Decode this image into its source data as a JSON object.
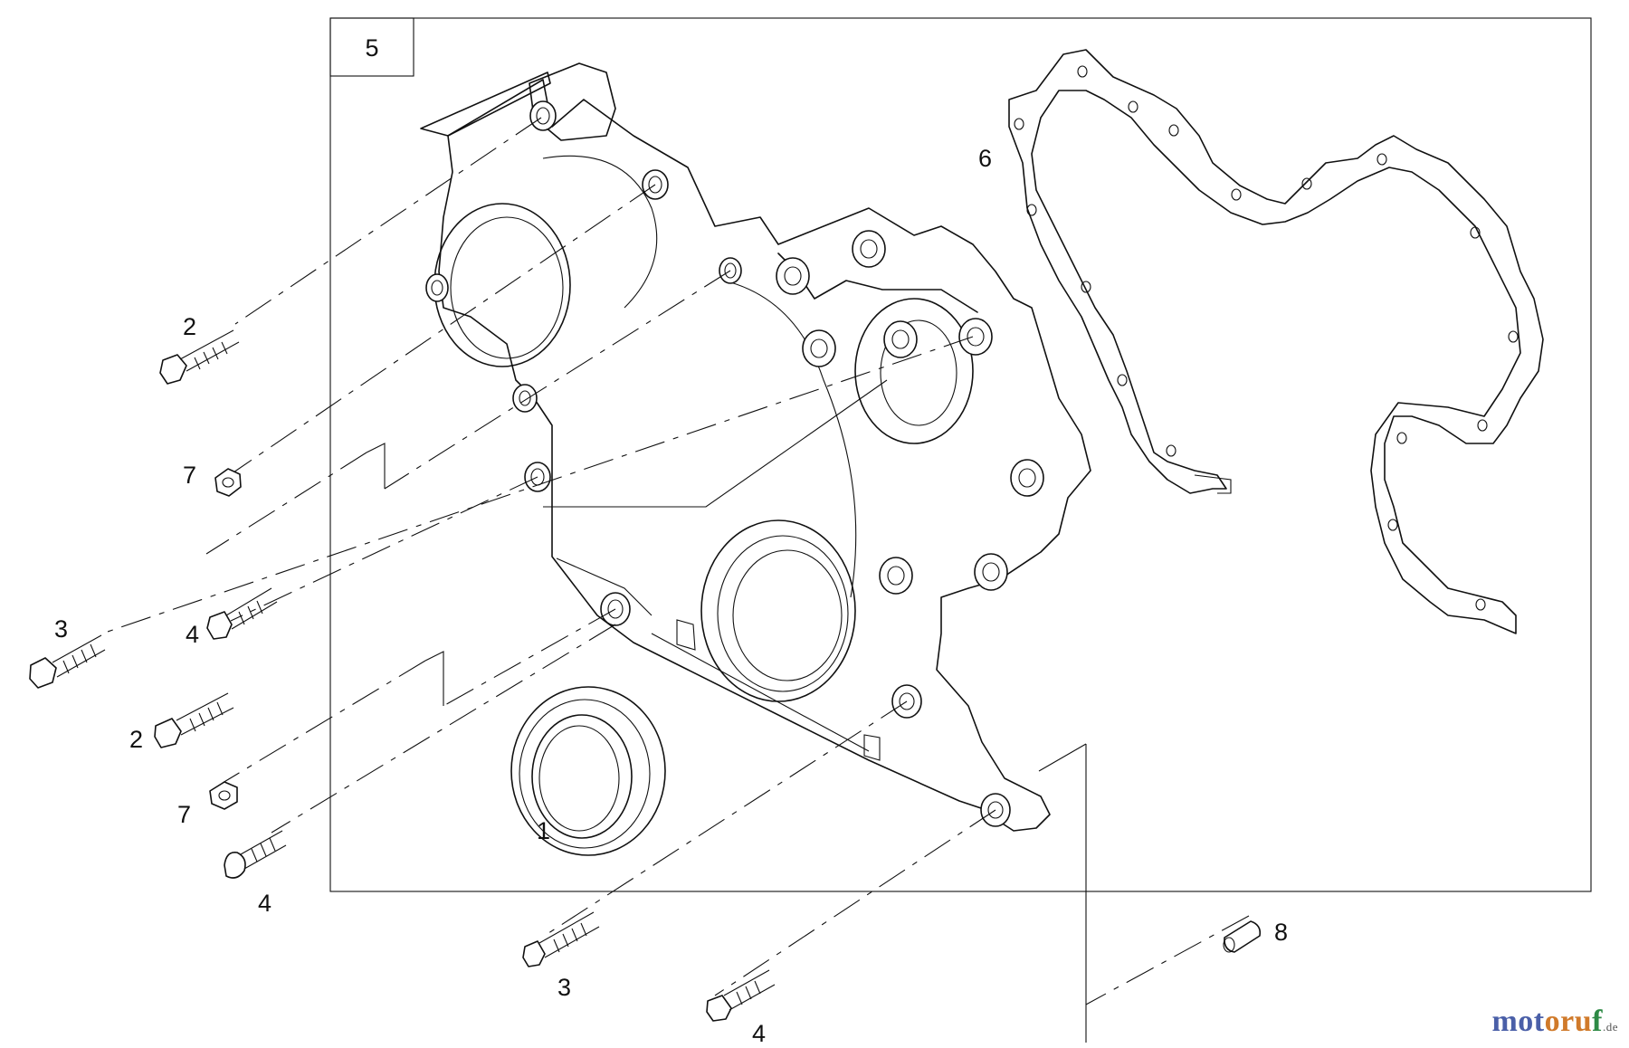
{
  "diagram": {
    "frame_label": "5",
    "callouts": {
      "c1": "1",
      "c2a": "2",
      "c2b": "2",
      "c3a": "3",
      "c3b": "3",
      "c4a": "4",
      "c4b": "4",
      "c4c": "4",
      "c5": "5",
      "c6": "6",
      "c7a": "7",
      "c7b": "7",
      "c8": "8"
    }
  },
  "watermark": {
    "part1": "mot",
    "part2": "oru",
    "part3": "f",
    "domain": ".de"
  }
}
